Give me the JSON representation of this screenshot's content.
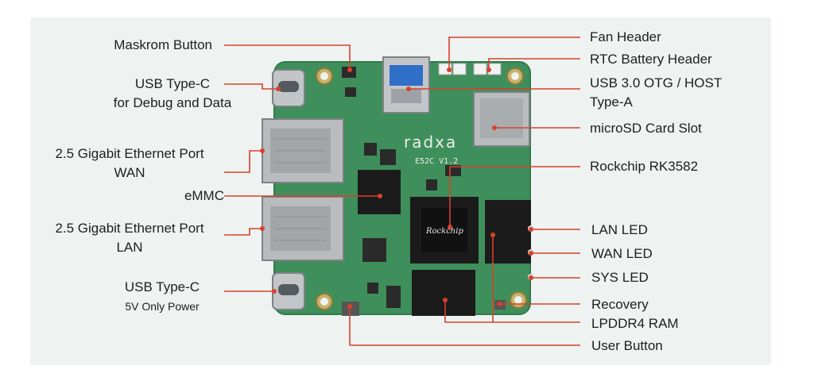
{
  "colors": {
    "leader": "#d9412b",
    "board": "#3f8f5c",
    "board_edge": "#2f7a4a",
    "chip": "#1b1b1b",
    "metal": "#b9bcbf",
    "background": "#eef3f1"
  },
  "board_text": {
    "brand": "radxa",
    "model": "E52C V1.2",
    "soc_marking": "Rockchip"
  },
  "labels": {
    "maskrom": "Maskrom Button",
    "usbc_debug_1": "USB Type-C",
    "usbc_debug_2": "for Debug and Data",
    "eth_wan_1": "2.5 Gigabit Ethernet Port",
    "eth_wan_2": "WAN",
    "emmc": "eMMC",
    "eth_lan_1": "2.5 Gigabit Ethernet Port",
    "eth_lan_2": "LAN",
    "usbc_power_1": "USB Type-C",
    "usbc_power_2": "5V Only Power",
    "fan": "Fan Header",
    "rtc": "RTC Battery Header",
    "usb3_1": "USB 3.0 OTG / HOST",
    "usb3_2": "Type-A",
    "microsd": "microSD Card Slot",
    "soc": "Rockchip RK3582",
    "lan_led": "LAN LED",
    "wan_led": "WAN LED",
    "sys_led": "SYS LED",
    "recovery": "Recovery",
    "lpddr4": "LPDDR4 RAM",
    "user_button": "User Button"
  }
}
